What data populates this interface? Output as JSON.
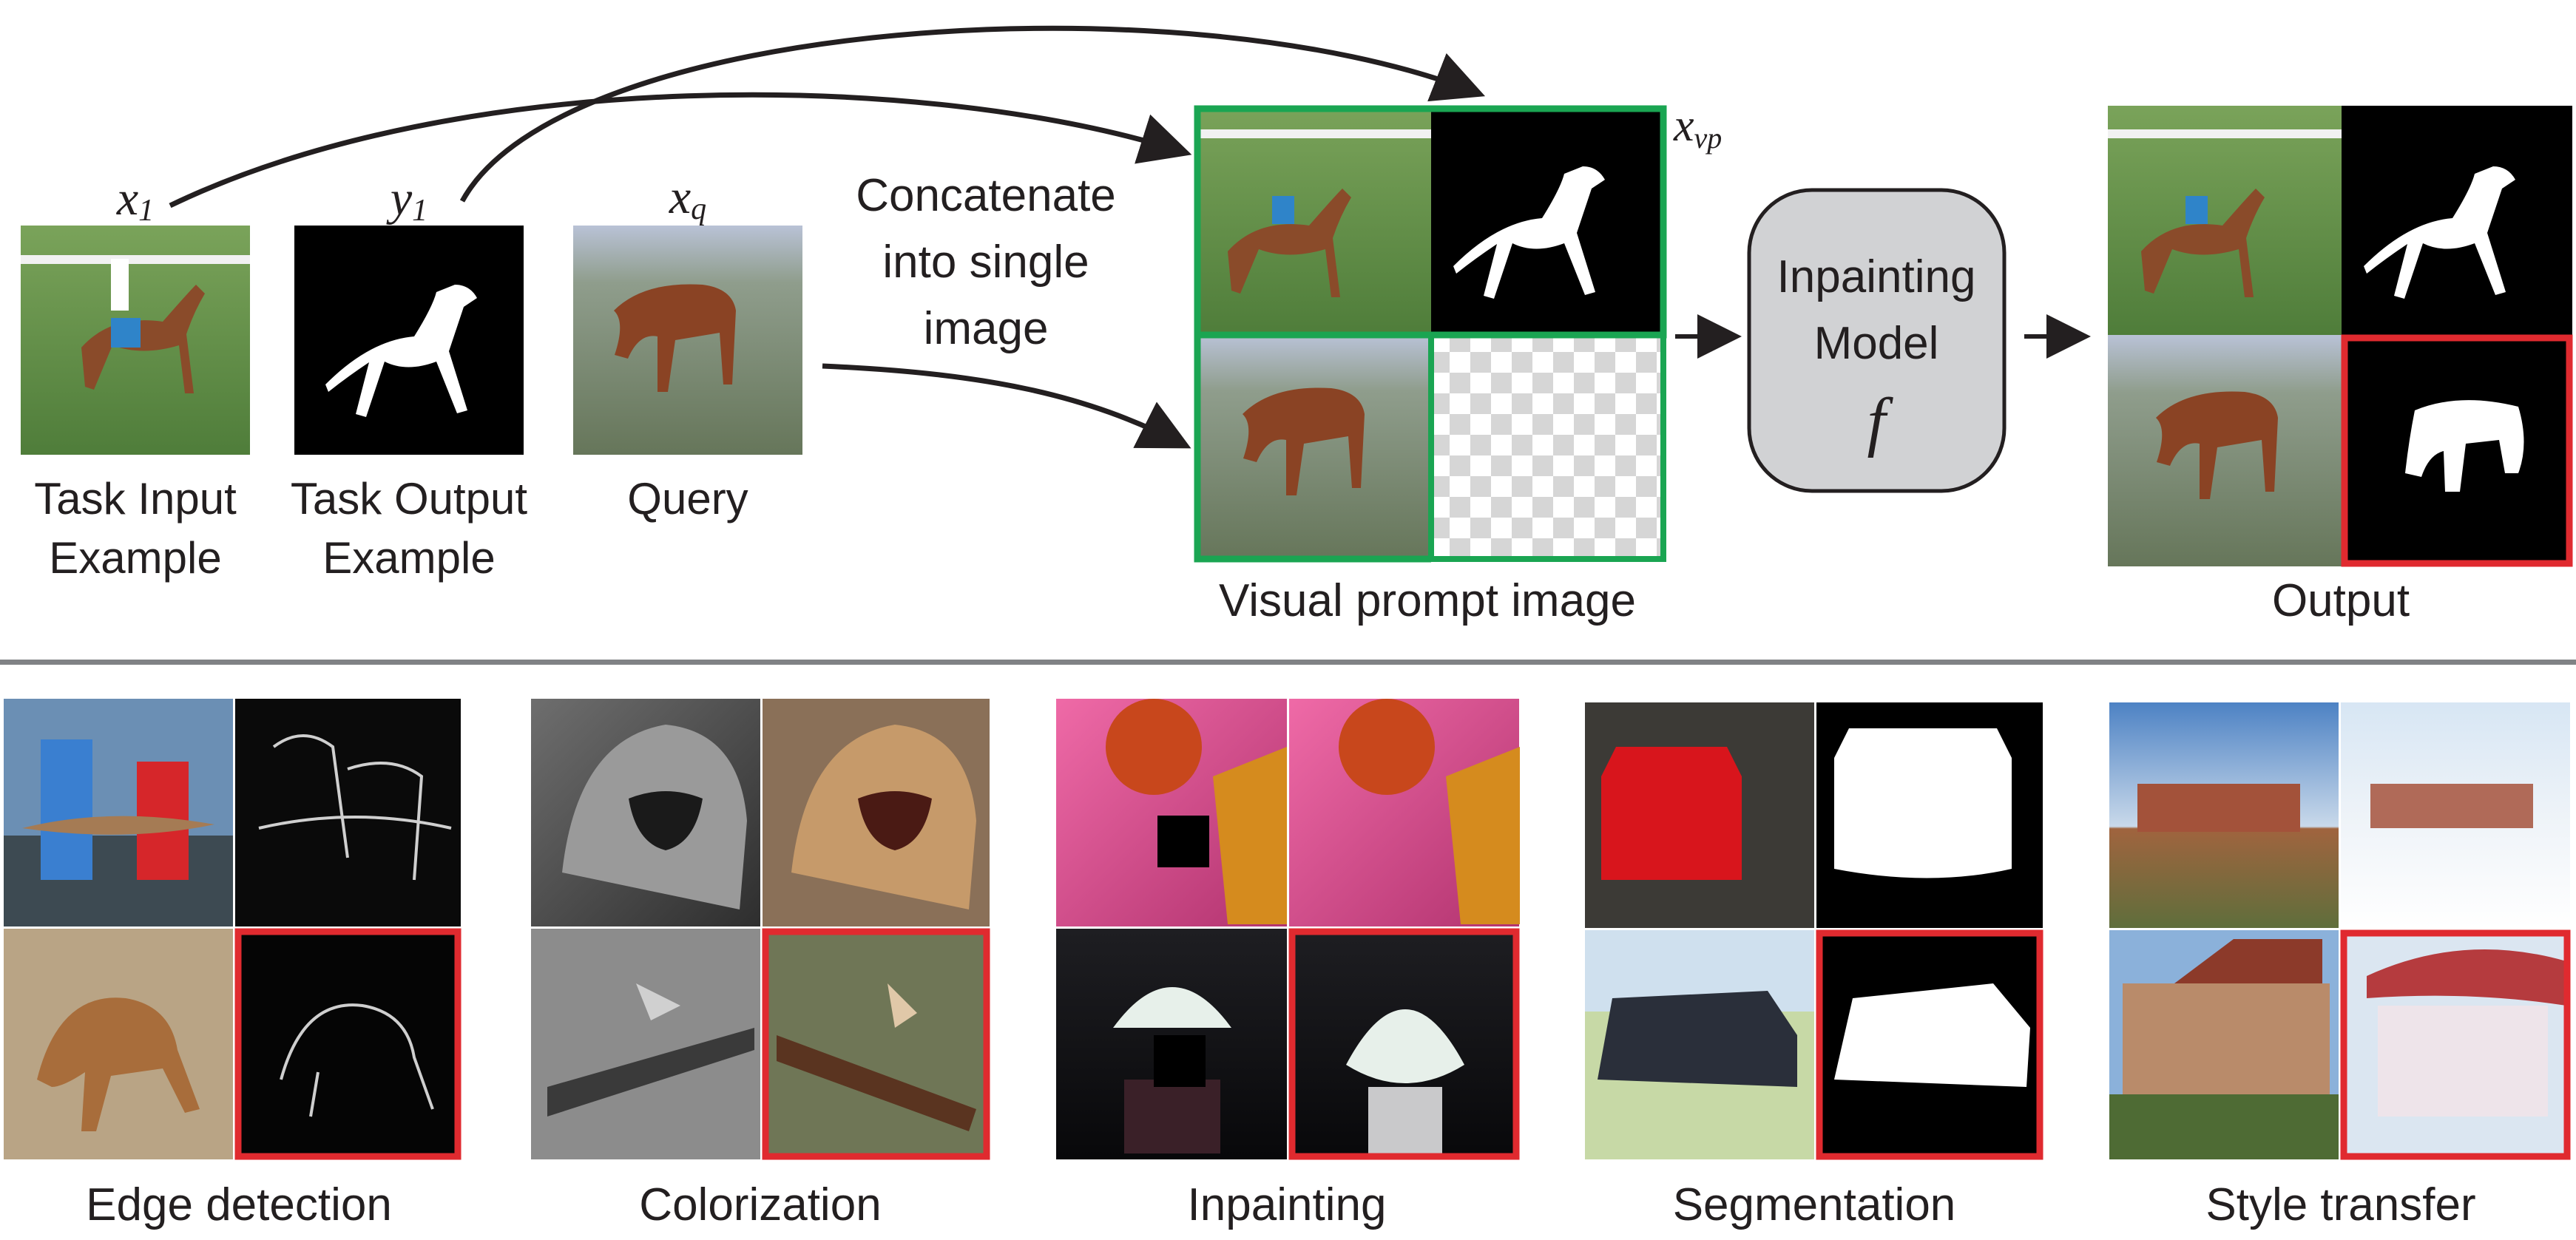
{
  "top": {
    "example_input": {
      "var": "x",
      "sub": "1",
      "caption": [
        "Task Input",
        "Example"
      ]
    },
    "example_output": {
      "var": "y",
      "sub": "1",
      "caption": [
        "Task Output",
        "Example"
      ]
    },
    "query": {
      "var": "x",
      "sub": "q",
      "caption": [
        "Query"
      ]
    },
    "concat_text": [
      "Concatenate",
      "into single",
      "image"
    ],
    "visual_prompt": {
      "var": "x",
      "sub": "vp",
      "caption": "Visual prompt image"
    },
    "model": {
      "lines": [
        "Inpainting",
        "Model"
      ],
      "symbol": "f"
    },
    "output_caption": "Output"
  },
  "tasks": [
    {
      "caption": "Edge detection"
    },
    {
      "caption": "Colorization"
    },
    {
      "caption": "Inpainting"
    },
    {
      "caption": "Segmentation"
    },
    {
      "caption": "Style transfer"
    }
  ],
  "colors": {
    "prompt_border": "#1aa552",
    "prediction_border": "#e02a2f",
    "model_fill": "#d1d2d4",
    "text": "#231f20",
    "divider": "#808285"
  }
}
